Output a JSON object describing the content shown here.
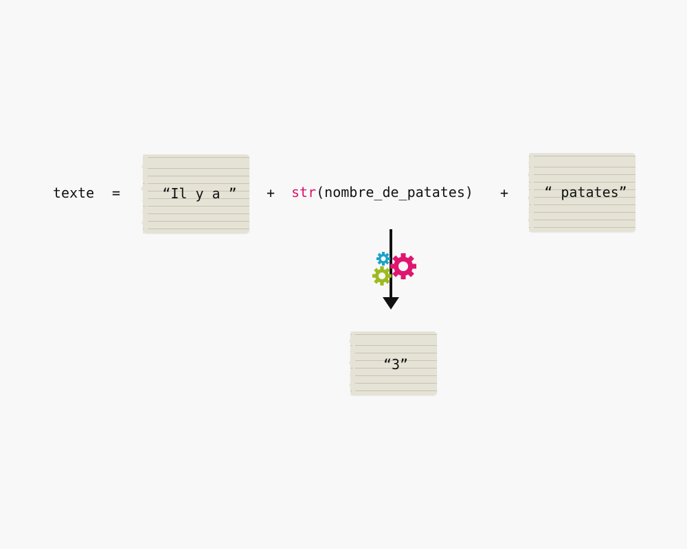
{
  "code": {
    "var": "texte",
    "equals": "=",
    "plus1": "+",
    "func": "str",
    "arg": "(nombre_de_patates)",
    "plus2": "+"
  },
  "notes": {
    "left": "“Il y a ”",
    "right": "“ patates”",
    "result": "“3”"
  },
  "colors": {
    "keyword": "#d9126b",
    "gear_pink": "#e0156f",
    "gear_blue": "#19a3c9",
    "gear_green": "#9dbb1f",
    "paper": "#e5e2d6"
  },
  "icons": [
    "gears-icon",
    "down-arrow-icon"
  ]
}
